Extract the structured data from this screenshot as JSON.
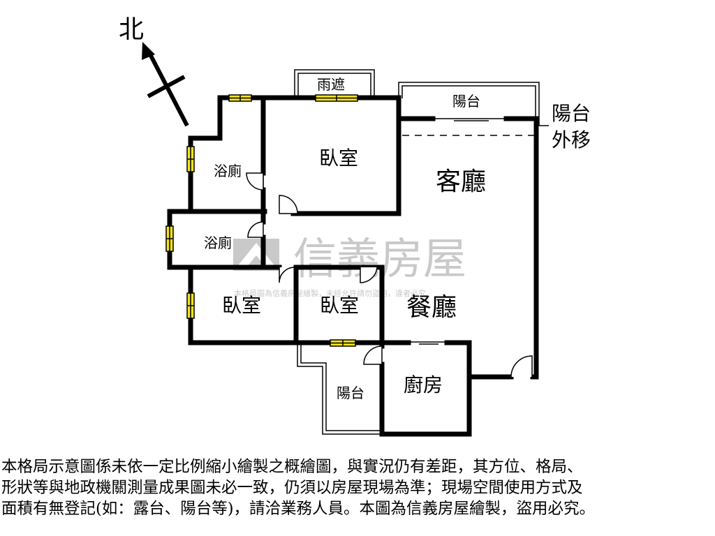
{
  "compass": {
    "label": "北"
  },
  "rooms": {
    "canopy": "雨遮",
    "balcony_top": "陽台",
    "balcony_moved": [
      "陽台",
      "外移"
    ],
    "bedroom_top": "臥室",
    "living_room": "客廳",
    "bathroom_1": "浴廁",
    "bathroom_2": "浴廁",
    "bedroom_left": "臥室",
    "bedroom_mid": "臥室",
    "dining_room": "餐廳",
    "kitchen": "廚房",
    "balcony_bottom": "陽台"
  },
  "watermark": {
    "brand": "信義房屋",
    "notice": "本格局圖為信義房屋繪製，未經允許請勿盜用，違者必究"
  },
  "disclaimer": [
    "本格局示意圖係未依一定比例縮小繪製之概繪圖，與實況仍有差距，其方位、格局、",
    "形狀等與地政機關測量成果圖未必一致，仍須以房屋現場為準；現場空間使用方式及",
    "面積有無登記(如：露台、陽台等)，請洽業務人員。本圖為信義房屋繪製，盜用必究。"
  ]
}
